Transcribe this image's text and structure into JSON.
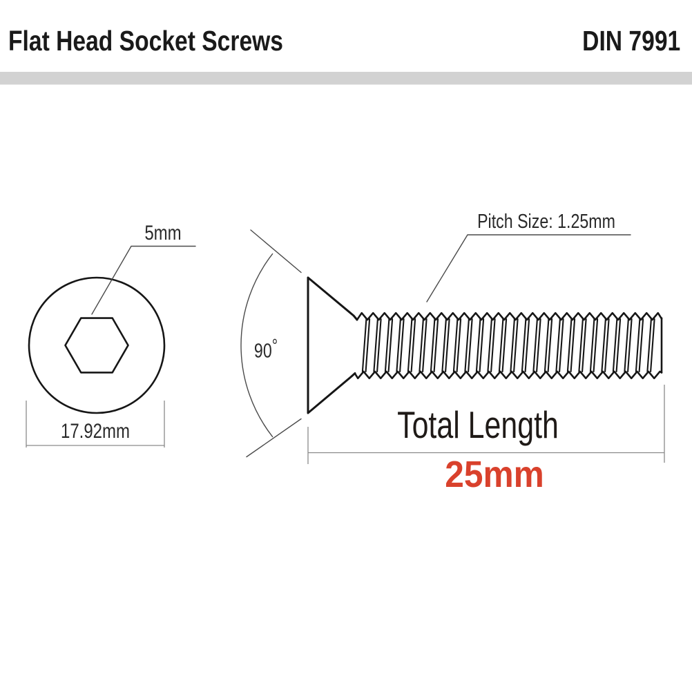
{
  "header": {
    "title": "Flat Head Socket Screws",
    "standard": "DIN 7991"
  },
  "front_view": {
    "socket_size_label": "5mm",
    "head_diameter_label": "17.92mm"
  },
  "side_view": {
    "countersink_angle_value": "90",
    "countersink_angle_unit": "°",
    "pitch_label": "Pitch Size: 1.25mm",
    "total_length_label": "Total Length",
    "total_length_value": "25mm"
  },
  "colors": {
    "accent_red": "#d9412c",
    "outline_black": "#161616",
    "annotation_gray": "#4a4a4a",
    "dimension_gray": "#8a8a8a",
    "divider_gray": "#d2d2d2",
    "background": "#ffffff"
  }
}
